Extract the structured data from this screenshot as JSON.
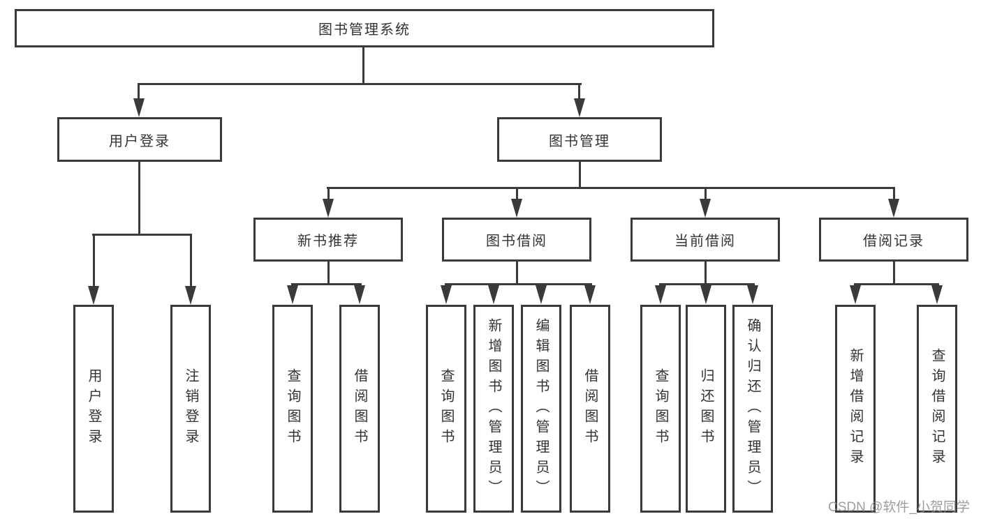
{
  "diagram": {
    "type": "tree-diagram",
    "root": "图书管理系统",
    "branches": [
      {
        "label": "用户登录",
        "children": [
          "用户登录",
          "注销登录"
        ]
      },
      {
        "label": "图书管理",
        "children": [
          {
            "label": "新书推荐",
            "children": [
              "查询图书",
              "借阅图书"
            ]
          },
          {
            "label": "图书借阅",
            "children": [
              "查询图书",
              "新增图书（管理员）",
              "编辑图书（管理员）",
              "借阅图书"
            ]
          },
          {
            "label": "当前借阅",
            "children": [
              "查询图书",
              "归还图书",
              "确认归还（管理员）"
            ]
          },
          {
            "label": "借阅记录",
            "children": [
              "新增借阅记录",
              "查询借阅记录"
            ]
          }
        ]
      }
    ],
    "watermark": "CSDN @软件_小贺同学",
    "colors": {
      "line": "#3a3a3a",
      "text": "#333333",
      "watermark": "#8c8c8c",
      "background": "#ffffff"
    }
  }
}
